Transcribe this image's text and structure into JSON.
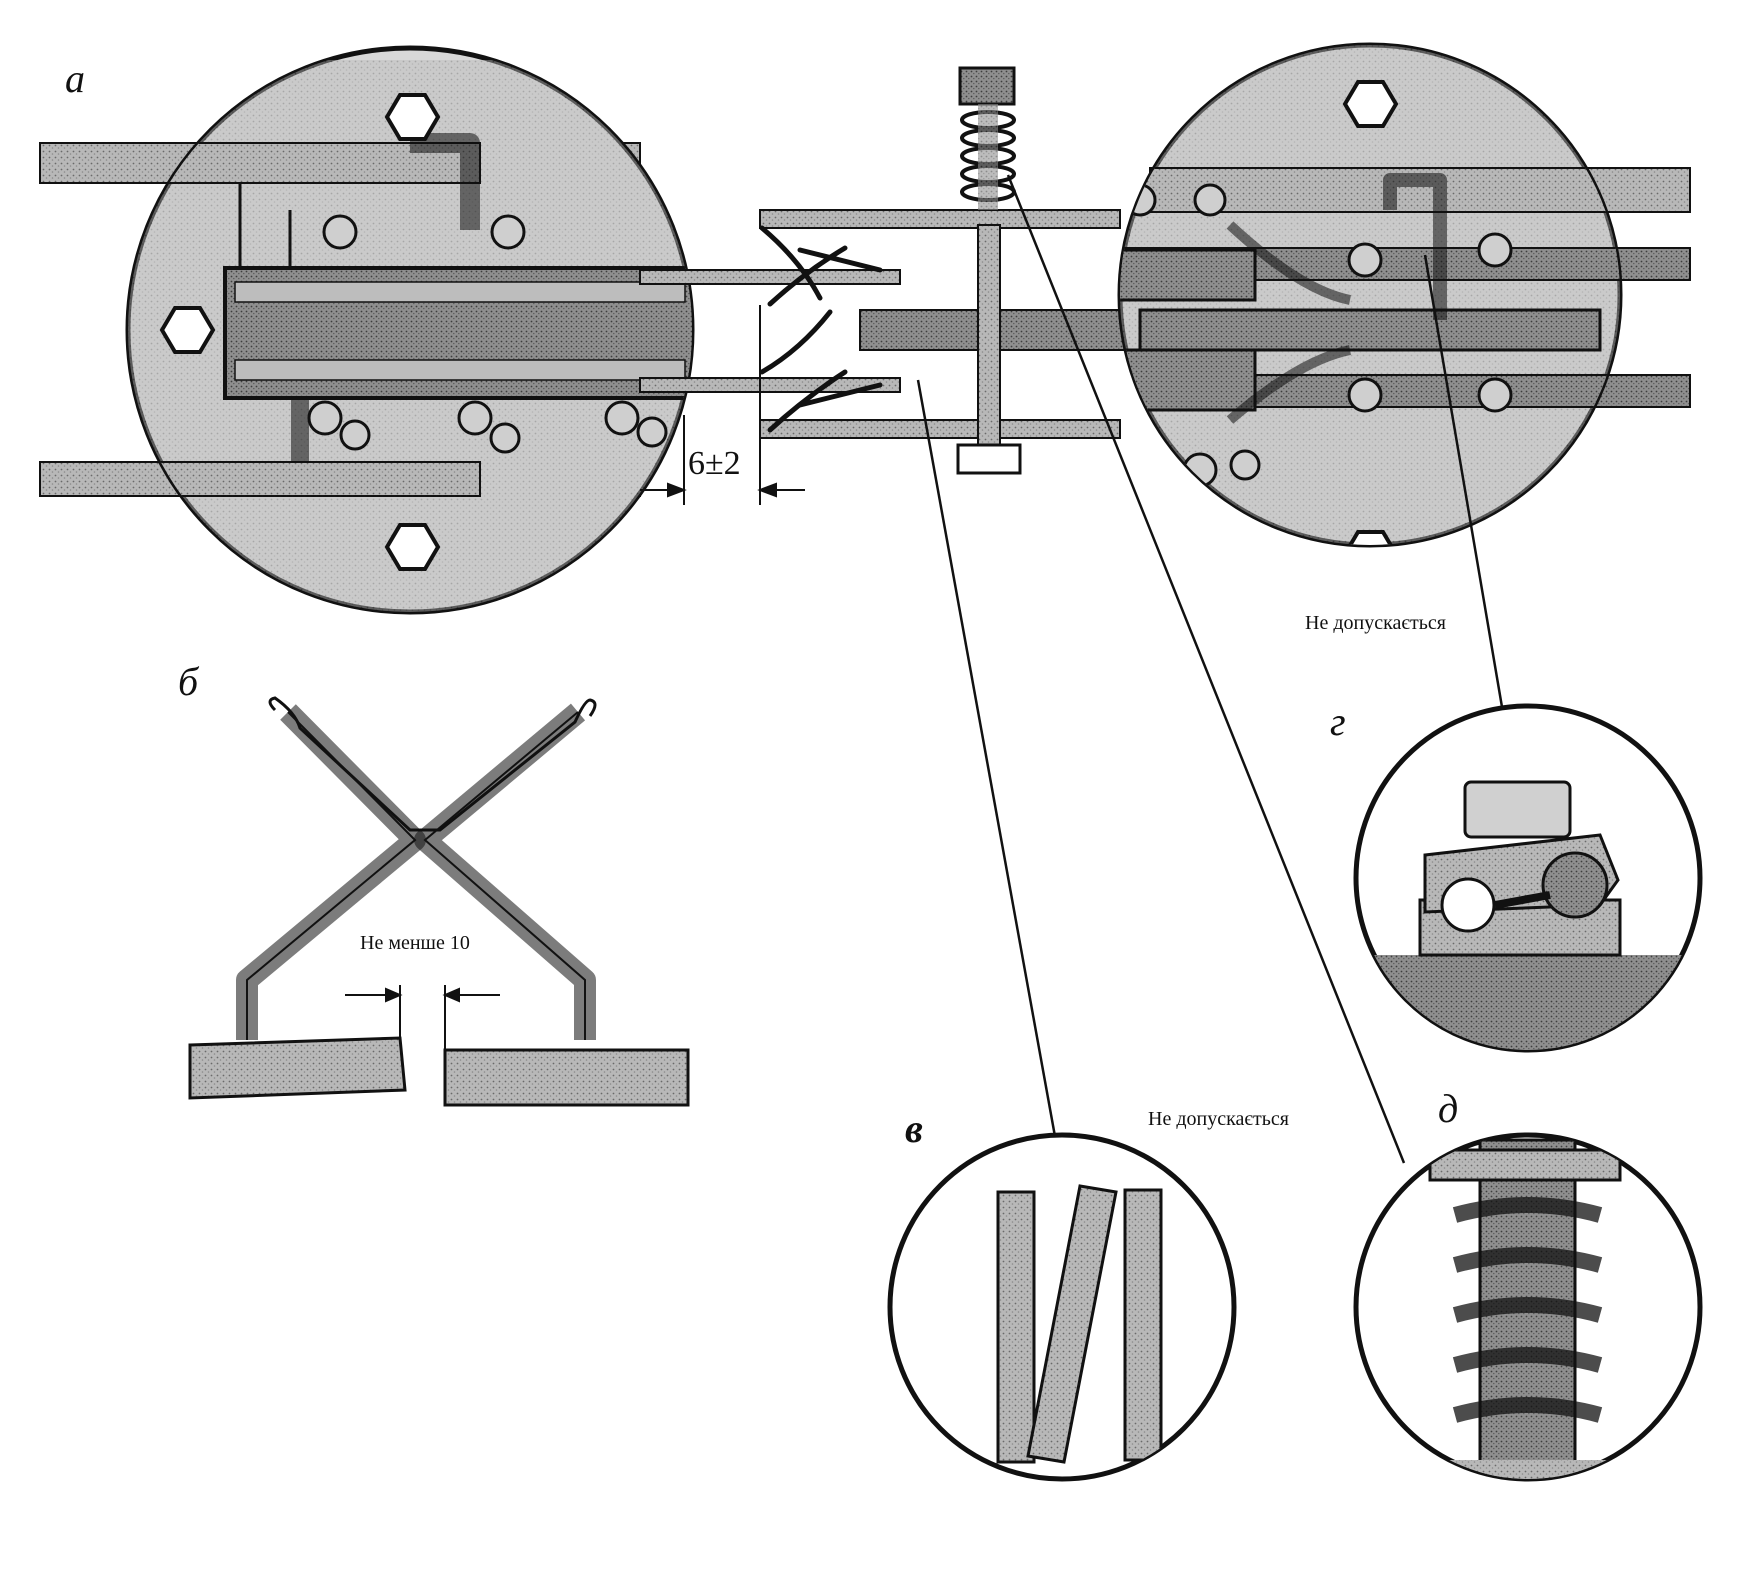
{
  "labels": {
    "a": "а",
    "b": "б",
    "v": "в",
    "g": "г",
    "d": "д"
  },
  "dimension_gap": "6±2",
  "note_min_gap": "Не менше 10",
  "note_not_allowed_g": "Не допускається",
  "note_not_allowed_v": "Не допускається",
  "colors": {
    "ink": "#111111",
    "metal_fill": "#b4b4b4",
    "metal_dark": "#7a7a7a",
    "background": "#ffffff"
  }
}
